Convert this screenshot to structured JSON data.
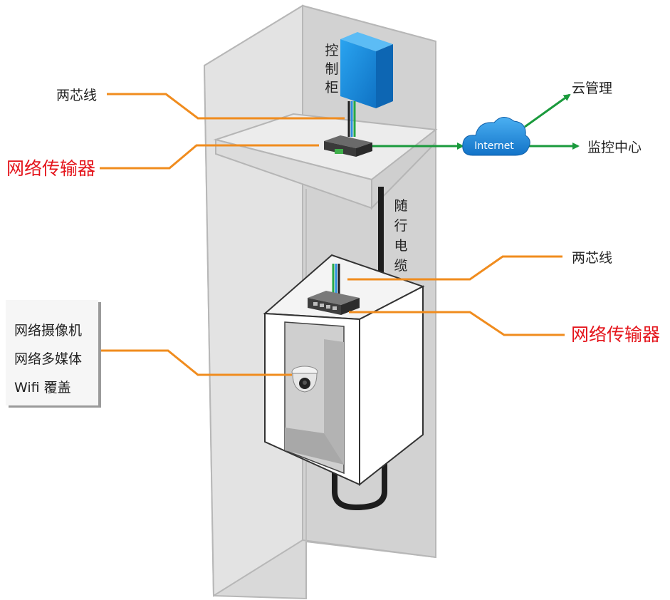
{
  "labels": {
    "control_cabinet": [
      "控",
      "制",
      "柜"
    ],
    "two_core_top": "两芯线",
    "transmitter_top": "网络传输器",
    "cloud_management": "云管理",
    "internet": "Internet",
    "monitoring_center": "监控中心",
    "traveling_cable": [
      "随",
      "行",
      "电",
      "缆"
    ],
    "two_core_car": "两芯线",
    "transmitter_car": "网络传输器"
  },
  "features": {
    "items": [
      "网络摄像机",
      "网络多媒体",
      "Wifi 覆盖"
    ]
  },
  "colors": {
    "leader_line": "#f08c1e",
    "red_label": "#e4141b",
    "green_arrow": "#1a9a3c",
    "cloud_blue": "#1b86d8",
    "cabinet_blue": "#1a8fe3",
    "shaft_gray": "#dadada"
  }
}
